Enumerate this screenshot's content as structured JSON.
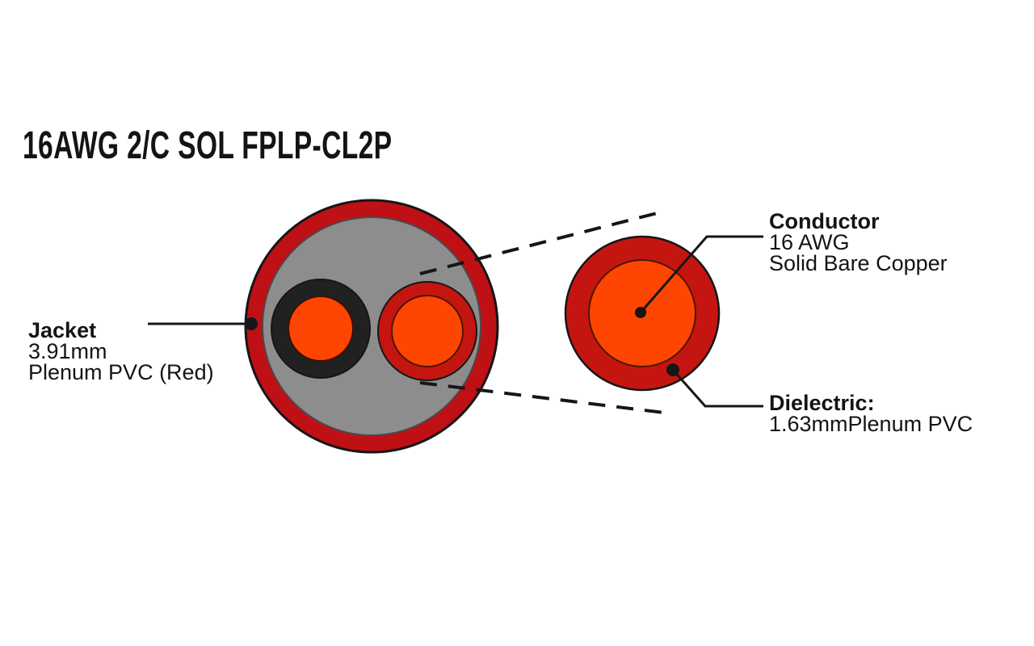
{
  "title": "16AWG 2/C SOL FPLP-CL2P",
  "colors": {
    "jacket_red": "#bf1015",
    "insulation_red": "#c51511",
    "copper_orange": "#ff4502",
    "filler_gray": "#8d8d8d",
    "insulation_black": "#212121",
    "line_black": "#161616",
    "background": "#ffffff"
  },
  "callouts": {
    "jacket": {
      "title": "Jacket",
      "lines": [
        "3.91mm",
        "Plenum PVC (Red)"
      ]
    },
    "conductor": {
      "title": "Conductor",
      "lines": [
        "16 AWG",
        "Solid Bare Copper"
      ]
    },
    "dielectric": {
      "title": "Dielectric:",
      "lines": [
        "1.63mmPlenum PVC"
      ]
    }
  }
}
